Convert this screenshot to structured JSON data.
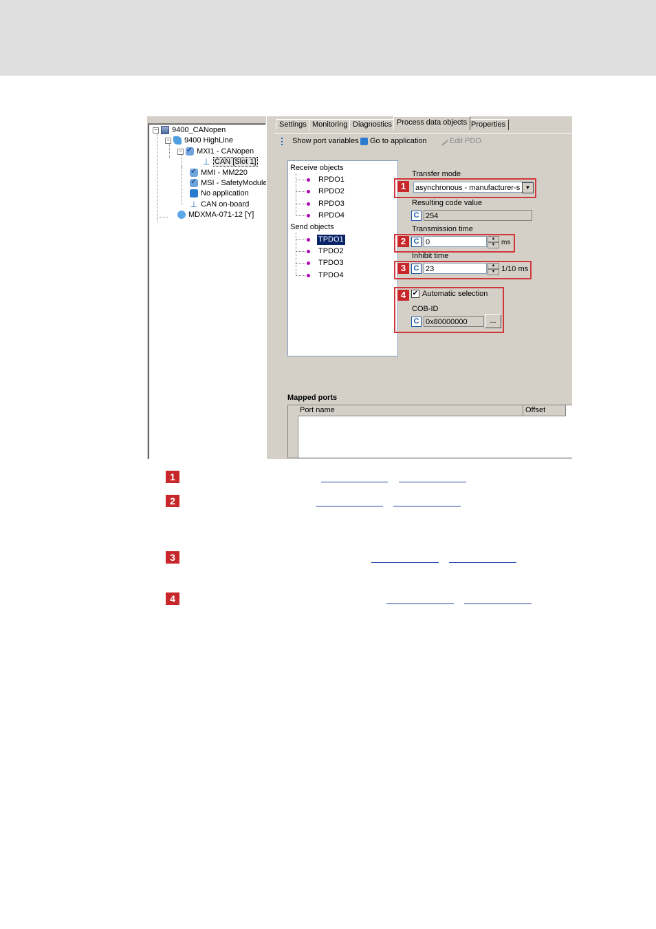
{
  "tree": {
    "root": "9400_CANopen",
    "device": "9400 HighLine",
    "module1": "MXI1 - CANopen",
    "module1_child": "CAN [Slot 1]",
    "module2": "MMI - MM220",
    "module3": "MSI - SafetyModule",
    "app": "No application",
    "can_onboard": "CAN on-board",
    "motor": "MDXMA-071-12 [Y]"
  },
  "tabs": [
    "Settings",
    "Monitoring",
    "Diagnostics",
    "Process data objects",
    "Properties"
  ],
  "toolbar": {
    "show_port_variables": "Show port variables",
    "go_to_application": "Go to application",
    "edit_pdo": "Edit PDO"
  },
  "objects": {
    "receive_label": "Receive objects",
    "receive": [
      "RPDO1",
      "RPDO2",
      "RPDO3",
      "RPDO4"
    ],
    "send_label": "Send objects",
    "send": [
      "TPDO1",
      "TPDO2",
      "TPDO3",
      "TPDO4"
    ],
    "selected": "TPDO1"
  },
  "form": {
    "transfer_mode_label": "Transfer mode",
    "transfer_mode_value": "asynchronous - manufacturer-s",
    "resulting_code_label": "Resulting code value",
    "resulting_code_value": "254",
    "transmission_time_label": "Transmission time",
    "transmission_time_value": "0",
    "transmission_time_unit": "ms",
    "inhibit_time_label": "Inhibit time",
    "inhibit_time_value": "23",
    "inhibit_time_unit": "1/10 ms",
    "automatic_selection_label": "Automatic selection",
    "automatic_selection_checked": true,
    "cob_id_label": "COB-ID",
    "cob_id_value": "0x80000000",
    "cob_id_button": "...",
    "c_button": "C",
    "checkbox_mark": "✔",
    "spin_up": "▲",
    "spin_down": "▼",
    "combo_arrow": "▼"
  },
  "mapped": {
    "title": "Mapped ports",
    "columns": [
      "Port name",
      "Offset"
    ]
  },
  "badges": [
    "1",
    "2",
    "3",
    "4"
  ],
  "colors": {
    "highlight_red": "#d0373a",
    "badge_red": "#c8282c",
    "selection_blue": "#0a246a",
    "header_band": "#dfdfdf"
  }
}
